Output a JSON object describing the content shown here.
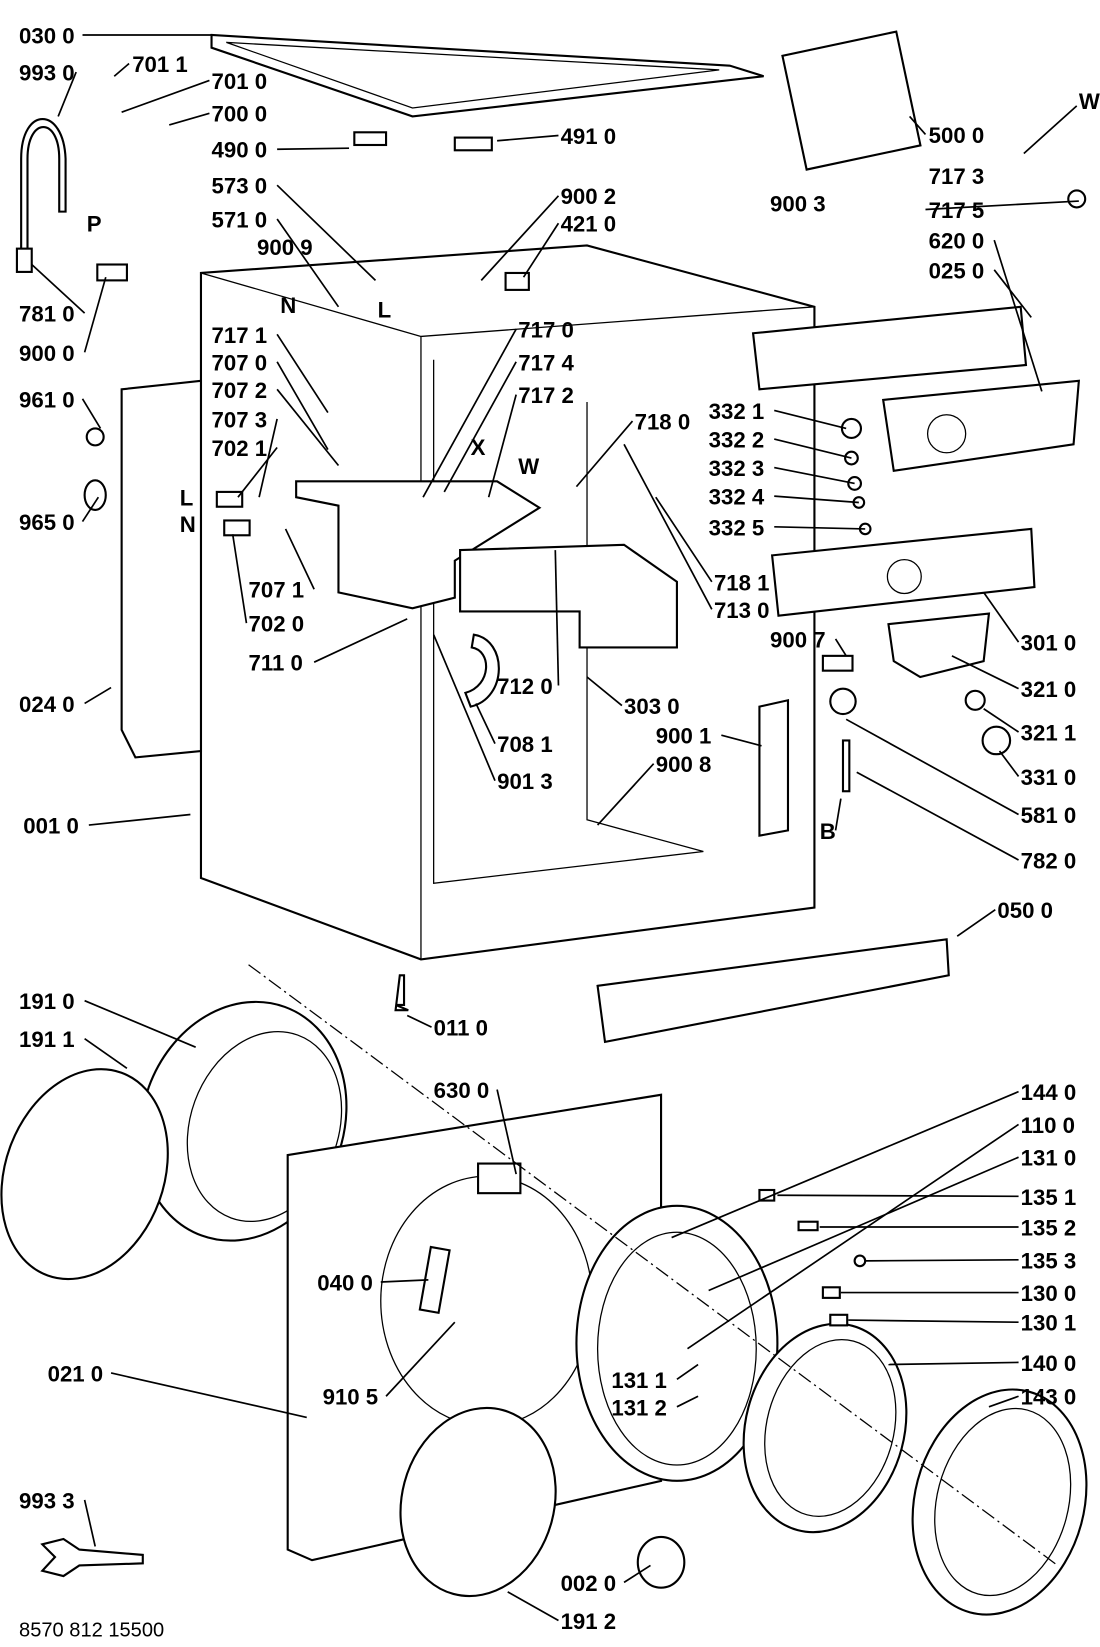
{
  "diagram": {
    "labels": [
      "030 0",
      "701 1",
      "993 0",
      "701 0",
      "700 0",
      "490 0",
      "491 0",
      "573 0",
      "571 0",
      "900 9",
      "900 2",
      "421 0",
      "900 3",
      "500 0",
      "717 3",
      "717 5",
      "620 0",
      "025 0",
      "W",
      "P",
      "781 0",
      "900 0",
      "N",
      "L",
      "717 1",
      "707 0",
      "707 2",
      "707 3",
      "702 1",
      "717 0",
      "717 4",
      "717 2",
      "718 0",
      "X",
      "W",
      "961 0",
      "965 0",
      "L",
      "N",
      "332 1",
      "332 2",
      "332 3",
      "332 4",
      "332 5",
      "718 1",
      "713 0",
      "707 1",
      "702 0",
      "711 0",
      "301 0",
      "321 0",
      "321 1",
      "331 0",
      "581 0",
      "782 0",
      "900 7",
      "024 0",
      "712 0",
      "303 0",
      "708 1",
      "900 1",
      "900 8",
      "901 3",
      "001 0",
      "B",
      "050 0",
      "191 0",
      "191 1",
      "011 0",
      "630 0",
      "144 0",
      "110 0",
      "131 0",
      "135 1",
      "135 2",
      "135 3",
      "130 0",
      "130 1",
      "140 0",
      "143 0",
      "040 0",
      "021 0",
      "910 5",
      "131 1",
      "131 2",
      "993 3",
      "002 0",
      "191 2"
    ],
    "drawing_number": "8570 812 15500"
  }
}
